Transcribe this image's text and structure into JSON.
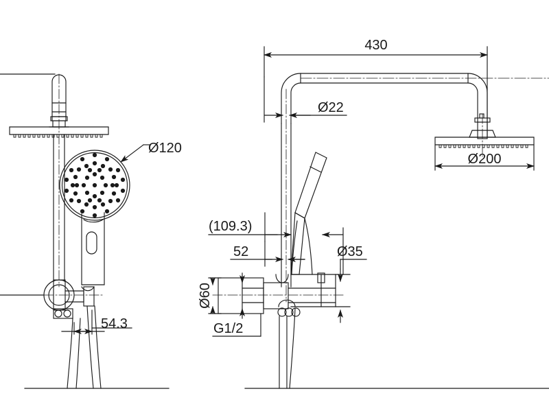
{
  "drawing": {
    "title": "Shower column technical drawing",
    "type": "engineering-dimension-drawing",
    "line_color": "#1a1a1a",
    "background": "#ffffff",
    "views": [
      {
        "name": "side-view",
        "position": "left"
      },
      {
        "name": "front-view",
        "position": "right"
      }
    ]
  },
  "dimensions": {
    "overhead_arm_length": "430",
    "riser_pipe_diameter": "Ø22",
    "overhead_head_diameter": "Ø200",
    "handshower_head_diameter": "Ø120",
    "valve_projection_reference": "(109.3)",
    "valve_offset": "52",
    "holder_diameter": "Ø35",
    "escutcheon_diameter": "Ø60",
    "inlet_thread": "G1/2",
    "handshower_offset": "54.3"
  }
}
